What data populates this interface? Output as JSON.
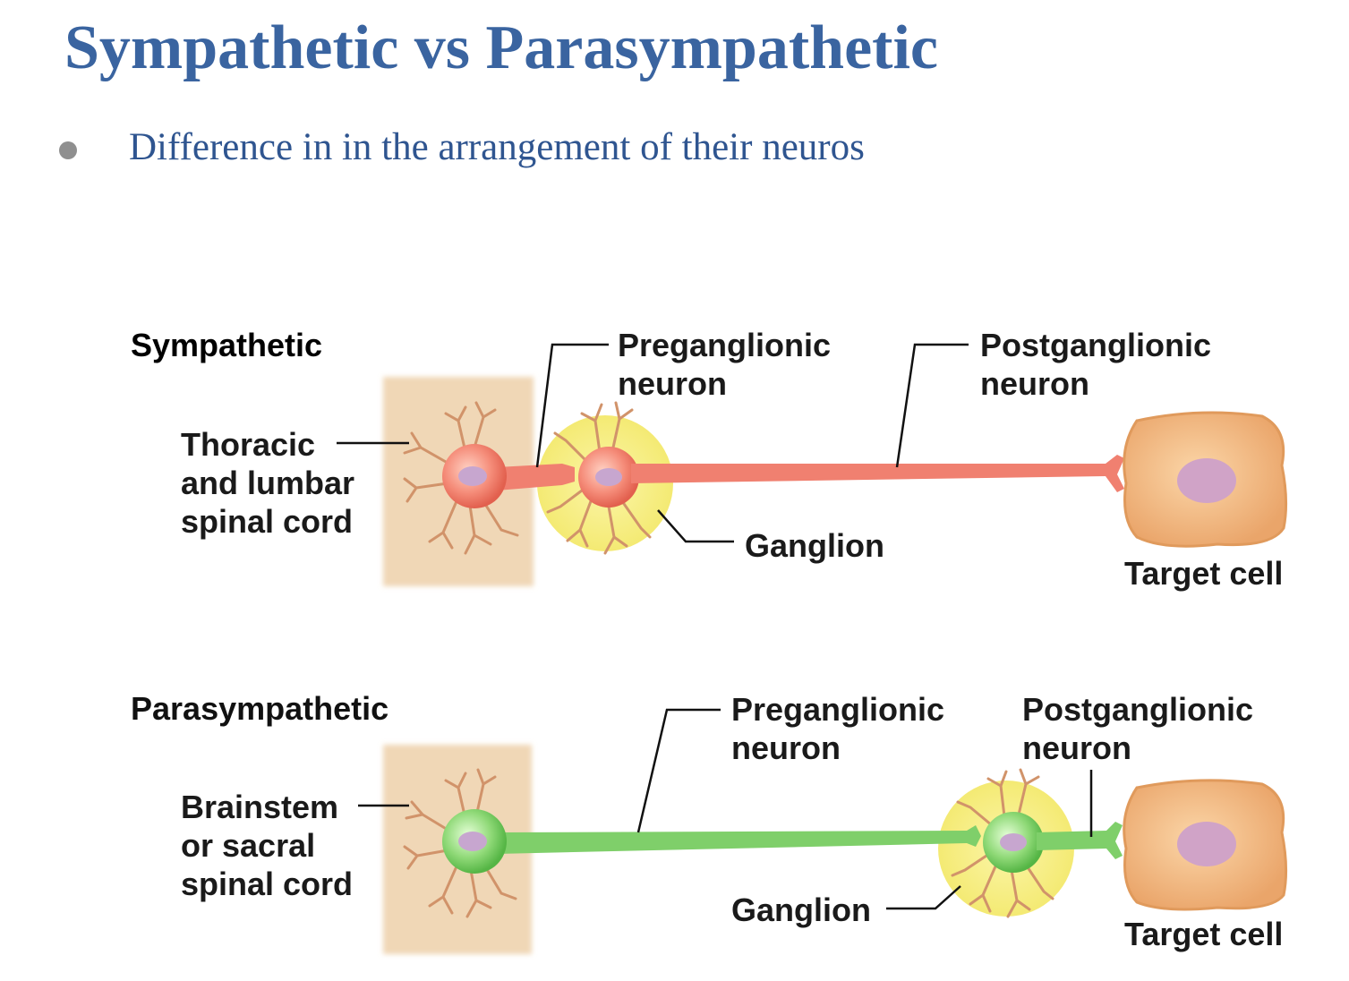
{
  "slide": {
    "title": "Sympathetic vs Parasympathetic",
    "bullet": "Difference in in the arrangement of their neuros"
  },
  "sympathetic": {
    "heading": "Sympathetic",
    "origin_label": "Thoracic\nand lumbar\nspinal cord",
    "preganglionic_label": "Preganglionic\nneuron",
    "postganglionic_label": "Postganglionic\nneuron",
    "ganglion_label": "Ganglion",
    "target_label": "Target cell",
    "neuron_color": "#f08070"
  },
  "parasympathetic": {
    "heading": "Parasympathetic",
    "origin_label": "Brainstem\nor sacral\nspinal cord",
    "preganglionic_label": "Preganglionic\nneuron",
    "postganglionic_label": "Postganglionic\nneuron",
    "ganglion_label": "Ganglion",
    "target_label": "Target cell",
    "neuron_color": "#7fcf6a"
  },
  "colors": {
    "title": "#3a64a0",
    "spinal_cord": "#f0d7b6",
    "ganglion": "#f6ee80",
    "target_cell": "#f6c18b",
    "nucleus": "#c7a6cf"
  }
}
